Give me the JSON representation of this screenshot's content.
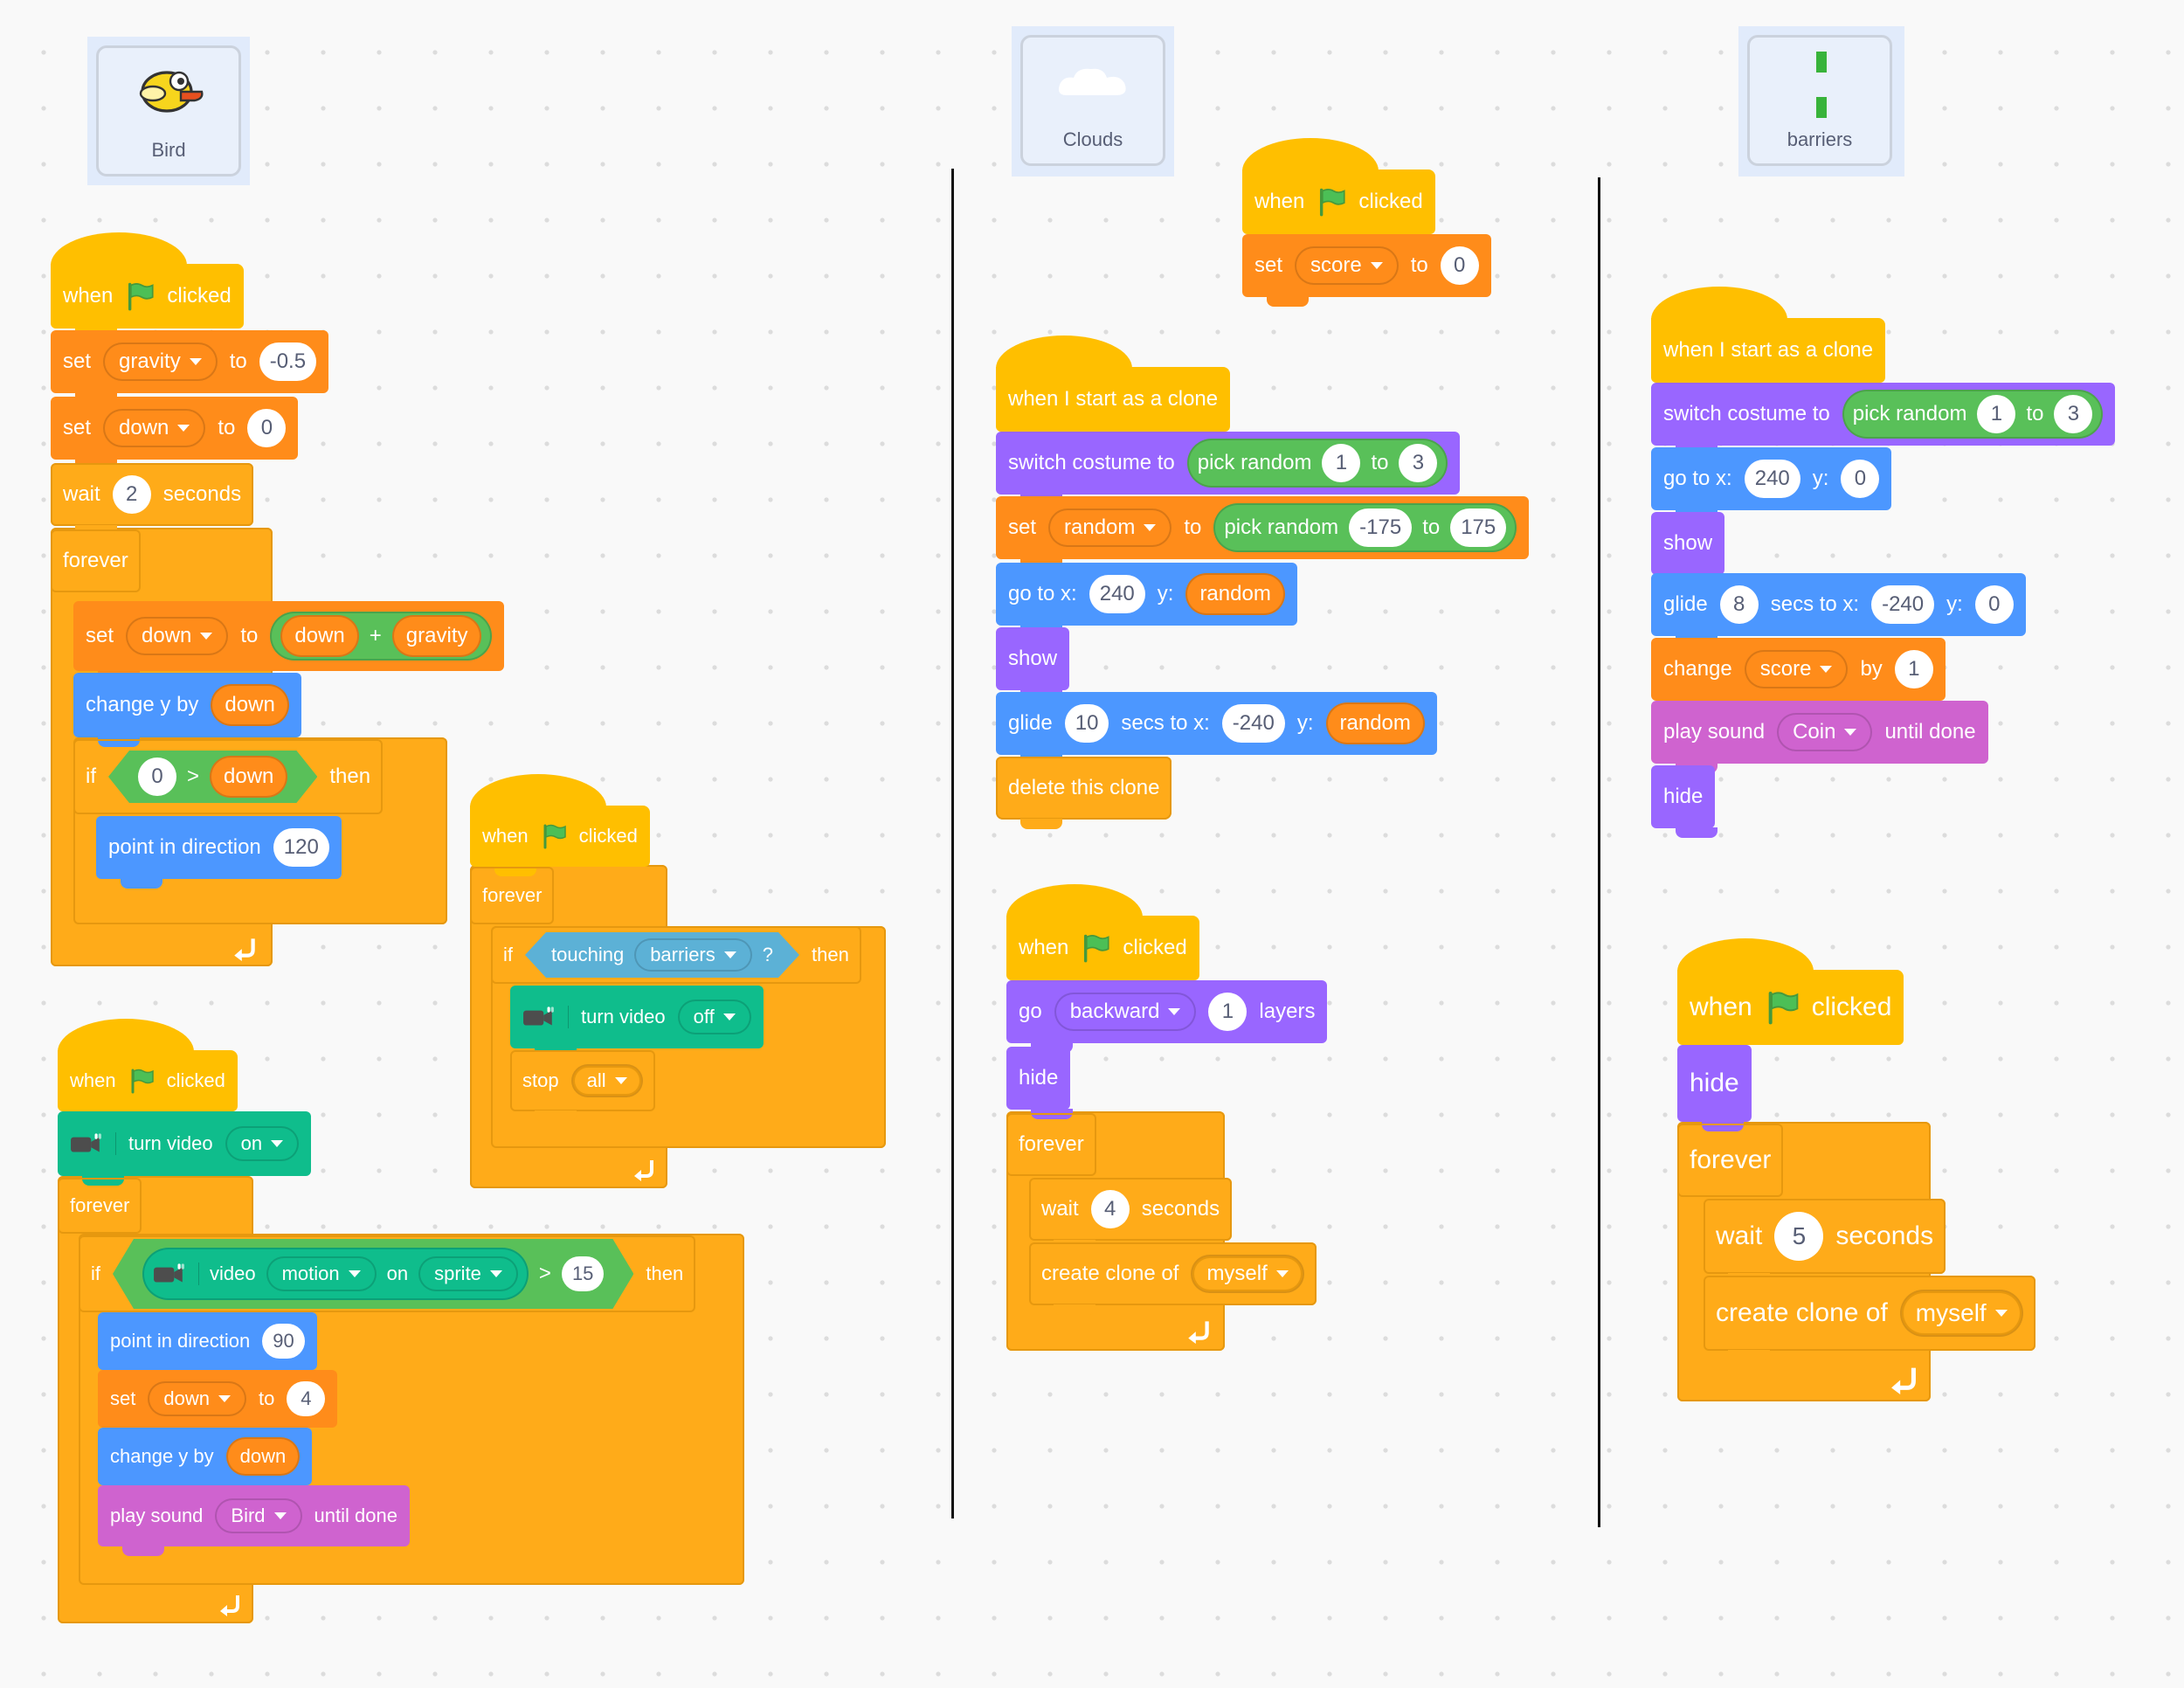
{
  "sprites": {
    "bird": {
      "label": "Bird"
    },
    "clouds": {
      "label": "Clouds"
    },
    "barriers": {
      "label": "barriers"
    }
  },
  "labels": {
    "when": "when",
    "clicked": "clicked",
    "set": "set",
    "to": "to",
    "wait": "wait",
    "seconds": "seconds",
    "forever": "forever",
    "change_y_by": "change y by",
    "if": "if",
    "then": "then",
    "point_in_direction": "point in direction",
    "touching": "touching",
    "q": "?",
    "turn_video": "turn video",
    "stop": "stop",
    "video": "video",
    "on": "on",
    "play_sound": "play sound",
    "until_done": "until done",
    "when_clone": "when I start as a clone",
    "switch_costume_to": "switch costume to",
    "pick_random": "pick random",
    "go_to_x": "go to x:",
    "y": "y:",
    "show": "show",
    "glide": "glide",
    "secs_to_x": "secs to x:",
    "delete_clone": "delete this clone",
    "go": "go",
    "layers": "layers",
    "hide": "hide",
    "create_clone_of": "create clone of",
    "change": "change",
    "by": "by",
    "plus": "+",
    "gt": ">"
  },
  "bird": {
    "s1": {
      "gravity_var": "gravity",
      "gravity_val": "-0.5",
      "down_var": "down",
      "down_val": "0",
      "wait": "2",
      "set_var": "down",
      "op_left": "down",
      "op_right": "gravity",
      "change_val": "down",
      "cmp_left": "0",
      "cmp_right": "down",
      "dir": "120"
    },
    "s2": {
      "touch": "barriers",
      "video_state": "off",
      "stop_opt": "all"
    },
    "s3": {
      "video_state": "on",
      "attr": "motion",
      "target": "sprite",
      "threshold": "15",
      "dir": "90",
      "set_var": "down",
      "set_val": "4",
      "change_val": "down",
      "sound": "Bird"
    }
  },
  "clouds": {
    "s1": {
      "var": "score",
      "val": "0"
    },
    "s2": {
      "rand_a": "1",
      "rand_b": "3",
      "var": "random",
      "rand_c": "-175",
      "rand_d": "175",
      "x": "240",
      "y_rep": "random",
      "glide_secs": "10",
      "glide_x": "-240",
      "glide_y": "random"
    },
    "s3": {
      "dir": "backward",
      "layers": "1",
      "wait": "4",
      "clone": "myself"
    }
  },
  "barriers": {
    "s1": {
      "rand_a": "1",
      "rand_b": "3",
      "x": "240",
      "y": "0",
      "glide_secs": "8",
      "glide_x": "-240",
      "glide_y": "0",
      "var": "score",
      "by": "1",
      "sound": "Coin"
    },
    "s2": {
      "wait": "5",
      "clone": "myself"
    }
  },
  "colors": {
    "events": "#ffbf00",
    "control": "#ffab19",
    "variables": "#ff8c1a",
    "motion": "#4c97ff",
    "looks": "#9966ff",
    "sound": "#cf63cf",
    "operators": "#59c059",
    "sensing": "#5cb1d6",
    "video": "#0fbd8c"
  }
}
